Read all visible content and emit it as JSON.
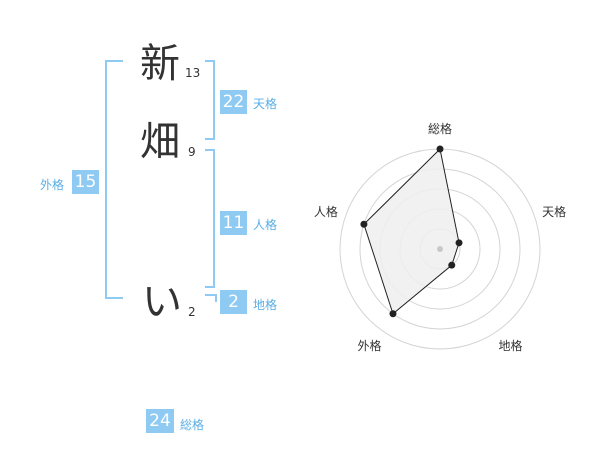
{
  "name": {
    "chars": [
      {
        "char": "新",
        "strokes": "13"
      },
      {
        "char": "畑",
        "strokes": "9"
      },
      {
        "char": "い",
        "strokes": "2"
      }
    ]
  },
  "fortune": {
    "tenkaku": {
      "value": "22",
      "label": "天格"
    },
    "jinkaku": {
      "value": "11",
      "label": "人格"
    },
    "chikaku": {
      "value": "2",
      "label": "地格"
    },
    "gaikaku": {
      "value": "15",
      "label": "外格"
    },
    "soukaku": {
      "value": "24",
      "label": "総格"
    }
  },
  "chart_data": {
    "type": "radar",
    "axes": [
      "総格",
      "天格",
      "地格",
      "外格",
      "人格"
    ],
    "values": [
      5,
      1,
      1,
      4,
      4
    ],
    "max": 5,
    "rings": 5,
    "fill": "#eeeeee",
    "line": "#222222"
  },
  "colors": {
    "accent": "#8ecaf2",
    "label": "#5aaee6"
  }
}
